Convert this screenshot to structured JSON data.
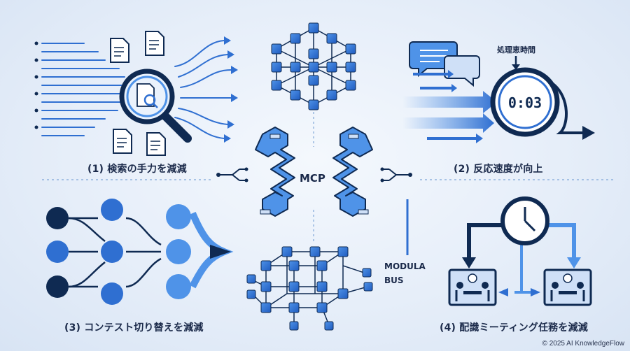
{
  "diagram": {
    "center_label": "MCP",
    "bus_label_line1": "MODULA",
    "bus_label_line2": "BUS",
    "captions": {
      "search": "(1) 検索の手力を減減",
      "response": "(2) 反応速度が向上",
      "context": "(3) コンテスト切り替えを減減",
      "meeting": "(4) 配識ミーティング任務を減減"
    },
    "timer": {
      "label": "処理恵時間",
      "value": "0:03"
    },
    "footer": "© 2025 AI KnowledgeFlow"
  },
  "colors": {
    "dark_navy": "#0f2a52",
    "primary_blue": "#2f6fd1",
    "light_blue": "#4f93e8",
    "pale_blue": "#cfe0f7"
  }
}
